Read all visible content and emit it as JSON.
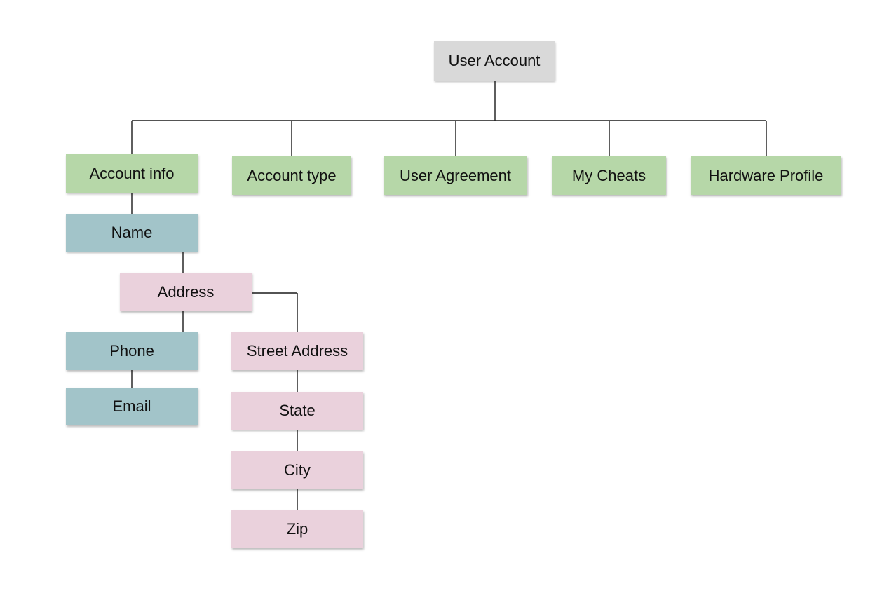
{
  "colors": {
    "root": "#d9d9d9",
    "category": "#b6d7a8",
    "contact_field": "#a2c4c9",
    "address_field": "#ead1dc",
    "connector": "#1a1a1a"
  },
  "nodes": {
    "root": "User Account",
    "account_info": "Account info",
    "account_type": "Account type",
    "user_agreement": "User Agreement",
    "my_cheats": "My Cheats",
    "hardware_profile": "Hardware Profile",
    "name": "Name",
    "address": "Address",
    "phone": "Phone",
    "email": "Email",
    "street_address": "Street Address",
    "state": "State",
    "city": "City",
    "zip": "Zip"
  }
}
